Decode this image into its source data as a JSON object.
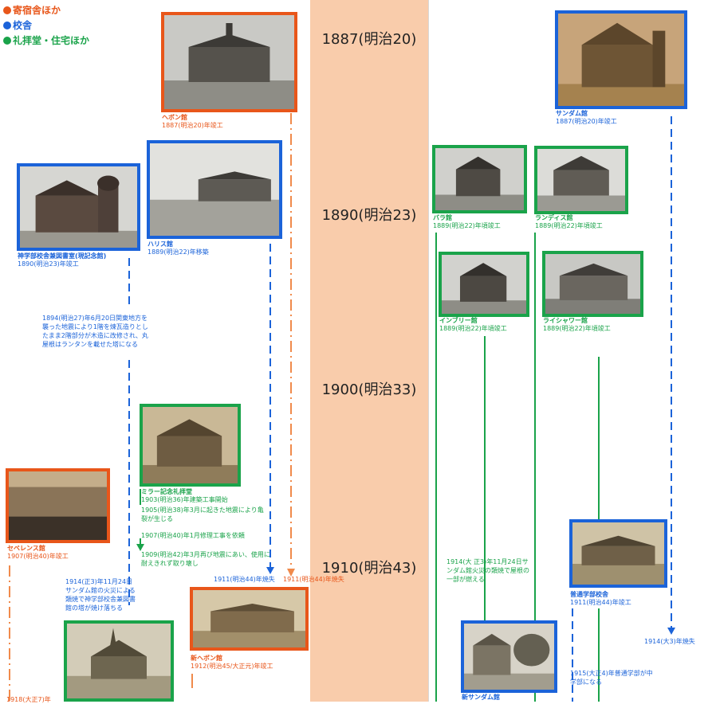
{
  "legend": [
    {
      "label": "寄宿舎ほか",
      "color": "#e8561a"
    },
    {
      "label": "校舎",
      "color": "#1b63d9"
    },
    {
      "label": "礼拝堂・住宅ほか",
      "color": "#1aa34a"
    }
  ],
  "years": [
    "1887(明治20)",
    "1890(明治23)",
    "1900(明治33)",
    "1910(明治43)"
  ],
  "buildings": {
    "hepburn": {
      "name": "ヘボン館",
      "date": "1887(明治20)年竣工"
    },
    "sandam": {
      "name": "サンダム館",
      "date": "1887(明治20)年竣工"
    },
    "shingakubu": {
      "name": "神学部校舎兼図書室(現記念館)",
      "date": "1890(明治23)年竣工"
    },
    "harris": {
      "name": "ハリス館",
      "date": "1889(明治22)年移築"
    },
    "bara": {
      "name": "バラ館",
      "date": "1889(明治22)年頃竣工"
    },
    "landis": {
      "name": "ランディス館",
      "date": "1889(明治22)年頃竣工"
    },
    "imbrie": {
      "name": "インブリー館",
      "date": "1889(明治22)年頃竣工"
    },
    "reischauer": {
      "name": "ライシャワー館",
      "date": "1889(明治22)年頃竣工"
    },
    "miller": {
      "name": "ミラー記念礼拝堂",
      "date": "1903(明治36)年建築工事開始"
    },
    "severance": {
      "name": "セベレンス館",
      "date": "1907(明治40)年竣工"
    },
    "shin_hepburn": {
      "name": "新ヘボン館",
      "date": "1912(明治45/大正元)年竣工"
    },
    "futsu": {
      "name": "普通学部校舎",
      "date": "1911(明治44)年竣工"
    },
    "shin_sandam": {
      "name": "新サンダム館"
    }
  },
  "notes": {
    "earthquake_1894": "1894(明治27)年6月20日関東地方を襲った地震により1階を煉瓦造りとしたまま2階部分が木造に改修され、丸屋根はランタンを載せた塔になる",
    "miller_1905": "1905(明治38)年3月に起きた地震により亀裂が生じる",
    "miller_1907": "1907(明治40)年1月修理工事を依頼",
    "miller_1909": "1909(明治42)年3月再び地震にあい、使用に耐えきれず取り壊し",
    "harris_burn": "1911(明治44)年焼失",
    "hepburn_burn": "1911(明治44)年焼失",
    "fire_1914_left": "1914(正3)年11月24日サンダム館の火災による類焼で神学部校舎兼図書館の塔が焼け落ちる",
    "fire_1914_right": "1914(大 正3)年11月24日サンダム館火災の類焼で屋根の一部が燃える",
    "sandam_burn": "1914(大3)年焼失",
    "futsu_1915": "1915(大正4)年普通学部が中学部になる",
    "bottom_1918": "1918(大正7)年"
  }
}
